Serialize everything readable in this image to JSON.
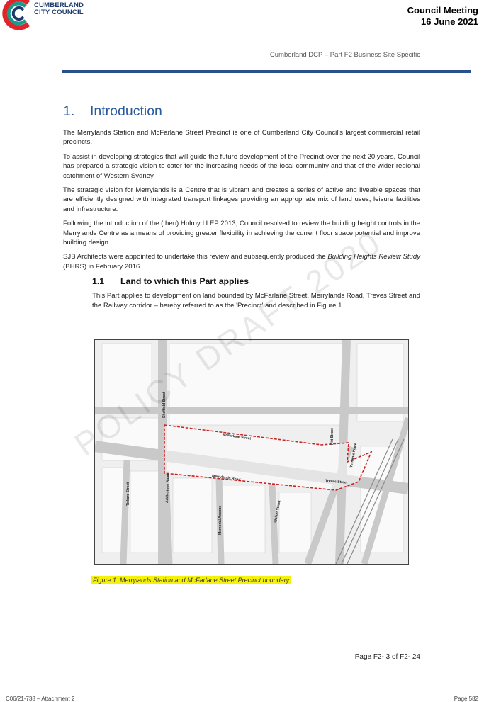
{
  "header": {
    "logo_line1": "CUMBERLAND",
    "logo_line2": "CITY COUNCIL",
    "meeting_title": "Council Meeting",
    "meeting_date": "16 June 2021",
    "dcp_title": "Cumberland DCP – Part F2 Business Site Specific"
  },
  "section": {
    "number": "1.",
    "title": "Introduction",
    "paragraphs": [
      "The Merrylands Station and McFarlane Street Precinct is one of Cumberland City Council's largest commercial retail precincts.",
      "To assist in developing strategies that will guide the future development of the Precinct over the next 20 years, Council has prepared a strategic vision to cater for the increasing needs of the local community and that of the wider regional catchment of Western Sydney.",
      "The strategic vision for Merrylands is a Centre that is vibrant and creates a series of active and liveable spaces that are efficiently designed with integrated transport linkages providing an appropriate mix of land uses, leisure facilities and infrastructure.",
      "Following the introduction of the (then) Holroyd LEP 2013, Council resolved to review the building height controls in the Merrylands Centre as a means of providing greater flexibility in achieving the current floor space potential and improve building design."
    ],
    "sjb_before": "SJB Architects were appointed to undertake this review and subsequently produced the ",
    "sjb_italic": "Building Heights Review Study",
    "sjb_after": " (BHRS) in February 2016."
  },
  "subsection": {
    "number": "1.1",
    "title": "Land to which this Part applies",
    "text": "This Part applies to development on land bounded by McFarlane Street, Merrylands Road, Treves Street and the Railway corridor – hereby referred to as the 'Precinct' and described in Figure 1."
  },
  "map": {
    "streets": [
      "Sheffield Street",
      "McFarlane Street",
      "Pitt Street",
      "Merrylands Road",
      "Terminal Place",
      "Rickard Street",
      "Addlestone Road",
      "Memorial Avenue",
      "Walker Street",
      "Treves Street"
    ],
    "boundary_color": "#cc2222"
  },
  "figure_caption": "Figure 1: Merrylands Station and McFarlane Street Precinct boundary",
  "watermark": "POLICY DRAFT 2020",
  "page_number": "Page F2- 3 of F2- 24",
  "footer_left": "C06/21-738 – Attachment 2",
  "footer_right": "Page 582"
}
